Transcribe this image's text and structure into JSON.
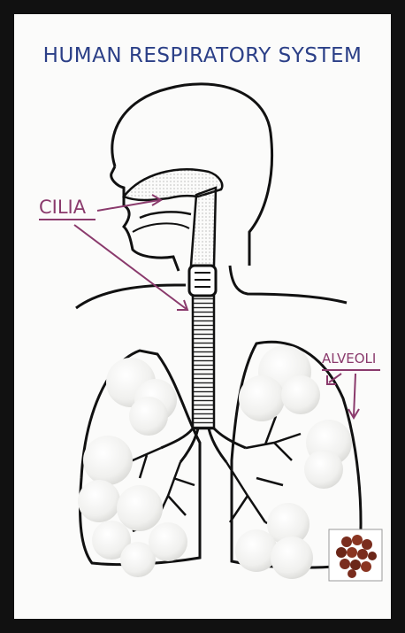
{
  "diagram": {
    "title": "HUMAN RESPIRATORY SYSTEM",
    "labels": {
      "cilia": "CILIA",
      "alveoli": "ALVEOLI"
    },
    "colors": {
      "title": "#2b3f87",
      "label": "#8a3a6c",
      "outline": "#111111",
      "frame": "#111111",
      "cotton": "#f1f1ef",
      "alveoli_inset": "#7a2d1e"
    }
  }
}
